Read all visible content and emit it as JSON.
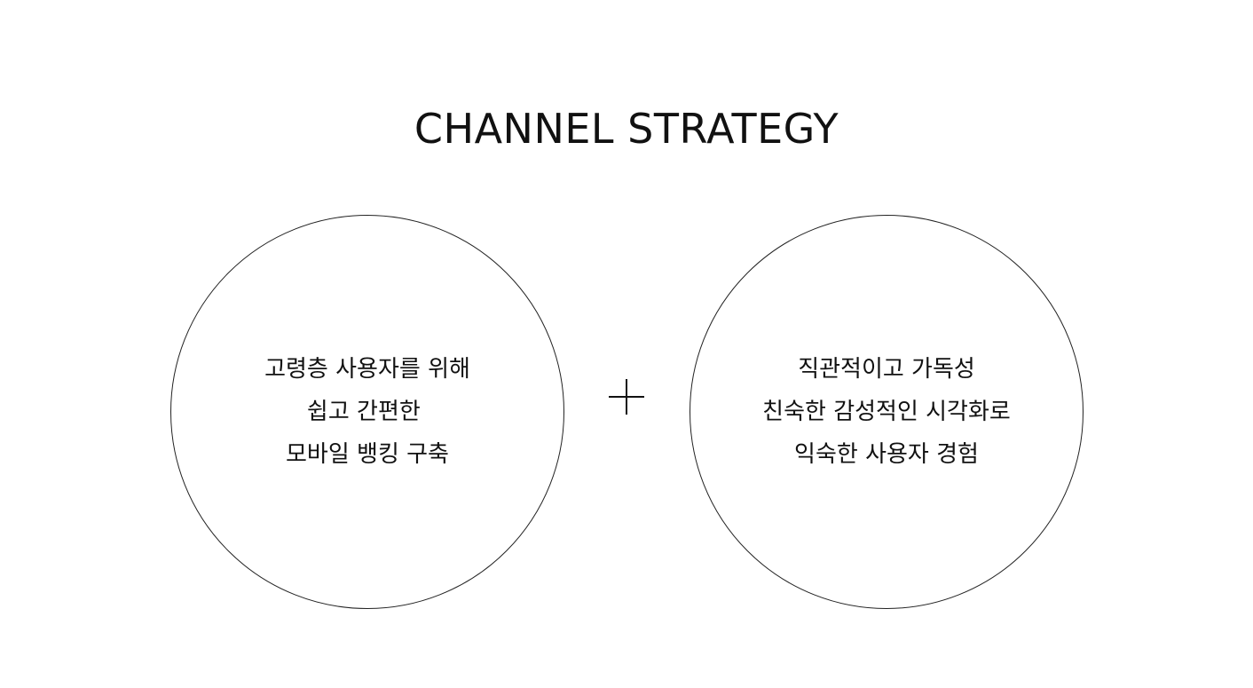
{
  "title": "CHANNEL STRATEGY",
  "left_circle": {
    "lines": [
      "고령층 사용자를 위해",
      "쉽고 간편한 ",
      "모바일 뱅킹 구축"
    ]
  },
  "operator_icon": "plus-icon",
  "right_circle": {
    "lines": [
      "직관적이고 가독성",
      "친숙한 감성적인 시각화로",
      "익숙한 사용자 경험"
    ]
  }
}
